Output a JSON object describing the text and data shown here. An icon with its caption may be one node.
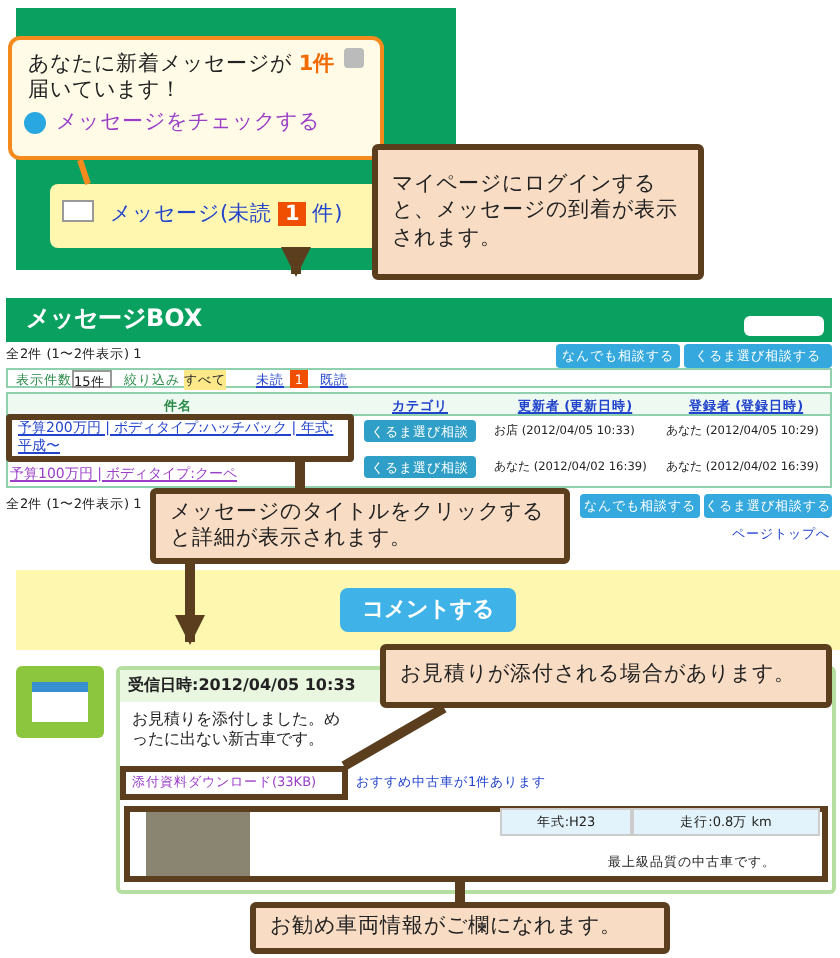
{
  "diagram": {
    "nodes": [
      {
        "text": [
          "あなたに新着メッセージが **1件**届いています！",
          "メッセージをチェックする"
        ]
      },
      {
        "text": [
          "メッセージ(未読 **1** 件)"
        ]
      },
      {
        "text": [
          "マイページにログインすると、メッセージの到着が表示されます。"
        ]
      },
      {
        "text": [
          "メッセージBOX"
        ]
      },
      {
        "text": [
          "予算200万円 | ボディタイプ:ハッチバック | 年式:平成〜"
        ]
      },
      {
        "text": [
          "メッセージのタイトルをクリックすると詳細が表示されます。"
        ]
      },
      {
        "text": [
          "受信日時:2012/04/05 10:33",
          "お見積りを添付しました。めったに出ない新古車です。"
        ]
      },
      {
        "text": [
          "お見積りが添付される場合があります。"
        ]
      },
      {
        "text": [
          "添付資料ダウンロード(33KB)"
        ],
        "in": 6
      },
      {
        "text": [],
        "shape": "box",
        "in": 6
      },
      {
        "text": [
          "お勧め車両情報がご欄になれます。"
        ]
      }
    ],
    "edges": [
      {
        "from": 0,
        "to": 1,
        "arrow": "none",
        "color": "#f58a1f"
      },
      {
        "from": 1,
        "to": 3,
        "arrow": "to"
      },
      {
        "from": 4,
        "to": 5,
        "arrow": "none"
      },
      {
        "from": 5,
        "to": 6,
        "arrow": "to"
      },
      {
        "from": 7,
        "to": 8,
        "arrow": "none"
      },
      {
        "from": 10,
        "to": 9,
        "arrow": "none"
      }
    ],
    "labels": [
      "全2件 (1〜2件表示) 1",
      "なんでも相談する",
      "くるま選び相談する",
      "表示件数",
      "15件",
      "絞り込み",
      "すべて",
      "未読",
      "1",
      "既読",
      "件名",
      "カテゴリ",
      "更新者 (更新日時)",
      "登録者 (登録日時)",
      "くるま選び相談",
      "お店 (2012/04/05 10:33)",
      "あなた (2012/04/05 10:29)",
      "予算100万円 | ボディタイプ:クーペ",
      "くるま選び相談",
      "あなた (2012/04/02 16:39)",
      "あなた (2012/04/02 16:39)",
      "全2件 (1〜2件表示) 1",
      "なんでも相談する",
      "くるま選び相談する",
      "ページトップへ",
      "コメントする",
      "おすすめ中古車が1件あります",
      "年式:H23",
      "走行:0.8万 km",
      "最上級品質の中古車です。"
    ]
  }
}
